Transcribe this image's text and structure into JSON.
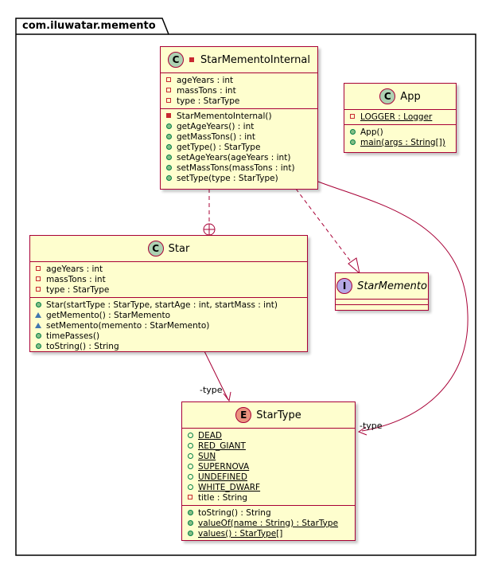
{
  "package": {
    "name": "com.iluwatar.memento"
  },
  "colors": {
    "class_fill": "#FEFECE",
    "border": "#A80036",
    "class_badge": "#ADD1B2",
    "enum_badge": "#EB937F",
    "interface_badge": "#B4A7E5"
  },
  "classes": {
    "star_memento_internal": {
      "badge": "C",
      "name": "StarMementoInternal",
      "fields": [
        {
          "text": "ageYears : int"
        },
        {
          "text": "massTons : int"
        },
        {
          "text": "type : StarType"
        }
      ],
      "methods": [
        {
          "text": "StarMementoInternal()"
        },
        {
          "text": "getAgeYears() : int"
        },
        {
          "text": "getMassTons() : int"
        },
        {
          "text": "getType() : StarType"
        },
        {
          "text": "setAgeYears(ageYears : int)"
        },
        {
          "text": "setMassTons(massTons : int)"
        },
        {
          "text": "setType(type : StarType)"
        }
      ]
    },
    "app": {
      "badge": "C",
      "name": "App",
      "fields": [
        {
          "text": "LOGGER : Logger"
        }
      ],
      "methods": [
        {
          "text": "App()"
        },
        {
          "text": "main(args : String[])"
        }
      ]
    },
    "star": {
      "badge": "C",
      "name": "Star",
      "fields": [
        {
          "text": "ageYears : int"
        },
        {
          "text": "massTons : int"
        },
        {
          "text": "type : StarType"
        }
      ],
      "methods": [
        {
          "text": "Star(startType : StarType, startAge : int, startMass : int)"
        },
        {
          "text": "getMemento() : StarMemento"
        },
        {
          "text": "setMemento(memento : StarMemento)"
        },
        {
          "text": "timePasses()"
        },
        {
          "text": "toString() : String"
        }
      ]
    },
    "star_memento": {
      "badge": "I",
      "name": "StarMemento"
    },
    "star_type": {
      "badge": "E",
      "name": "StarType",
      "fields": [
        {
          "text": "DEAD"
        },
        {
          "text": "RED_GIANT"
        },
        {
          "text": "SUN"
        },
        {
          "text": "SUPERNOVA"
        },
        {
          "text": "UNDEFINED"
        },
        {
          "text": "WHITE_DWARF"
        },
        {
          "text": "title : String"
        }
      ],
      "methods": [
        {
          "text": "toString() : String"
        },
        {
          "text": "valueOf(name : String) : StarType"
        },
        {
          "text": "values() : StarType[]"
        }
      ]
    }
  },
  "relations": {
    "star_to_startype_label": "-type",
    "internal_to_startype_label": "-type"
  }
}
